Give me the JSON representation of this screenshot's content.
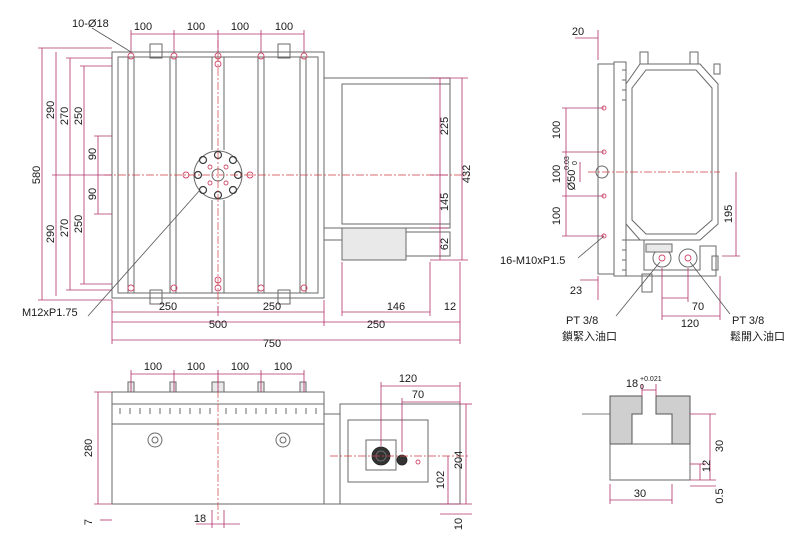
{
  "front_view": {
    "holes_note": "10-Ø18",
    "tap_note": "M12xP1.75",
    "top_dims": [
      "100",
      "100",
      "100",
      "100"
    ],
    "left_dims": [
      "580",
      "290",
      "270",
      "250",
      "90",
      "90",
      "290",
      "270",
      "250"
    ],
    "right_dims": [
      "225",
      "432",
      "145",
      "62"
    ],
    "bottom_dims": [
      "250",
      "250",
      "146",
      "12",
      "500",
      "250",
      "750"
    ]
  },
  "side_view": {
    "top_dim": "20",
    "left_dims": [
      "100",
      "100",
      "100",
      "23"
    ],
    "bore_dia": "Ø50",
    "bore_tol": "0.03",
    "bore_tol_lower": "0",
    "right_dim": "195",
    "tap_note": "16-M10xP1.5",
    "bottom_dims": [
      "70",
      "120"
    ],
    "port_lock": {
      "thread": "PT 3/8",
      "label": "鎖緊入油口"
    },
    "port_release": {
      "thread": "PT 3/8",
      "label": "鬆開入油口"
    }
  },
  "bottom_view": {
    "top_dims": [
      "100",
      "100",
      "100",
      "100"
    ],
    "height_dim": "280",
    "left_dim": "7",
    "bottom_dim": "18",
    "connector_dims": [
      "120",
      "70"
    ],
    "right_dims": [
      "204",
      "102",
      "10"
    ]
  },
  "t_slot_detail": {
    "width_dim": "18",
    "width_tol_upper": "+0.021",
    "width_tol_lower": "0",
    "dims": [
      "30",
      "12",
      "0.5",
      "30"
    ]
  }
}
